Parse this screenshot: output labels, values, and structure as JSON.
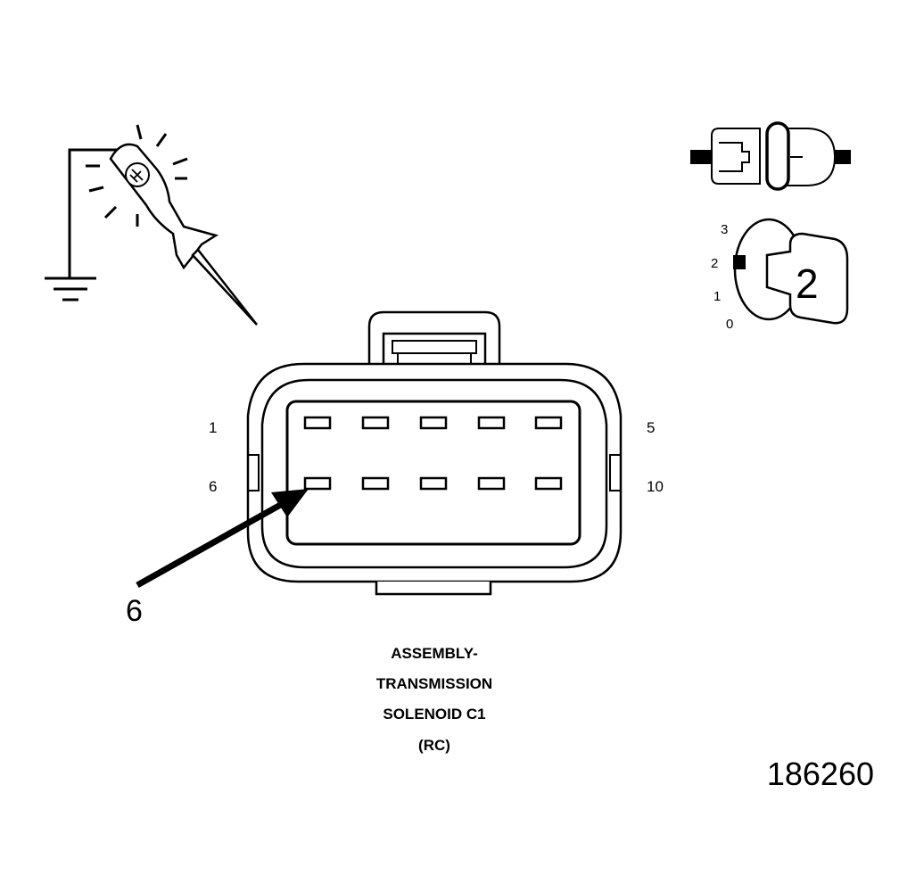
{
  "pin_labels": {
    "top_left": "1",
    "top_right": "5",
    "bottom_left": "6",
    "bottom_right": "10"
  },
  "callout": {
    "label": "6"
  },
  "ignition": {
    "positions": [
      "3",
      "2",
      "1",
      "0"
    ],
    "key_number": "2"
  },
  "title_lines": [
    "ASSEMBLY-",
    "TRANSMISSION",
    "SOLENOID C1",
    "(RC)"
  ],
  "figure_number": "186260"
}
